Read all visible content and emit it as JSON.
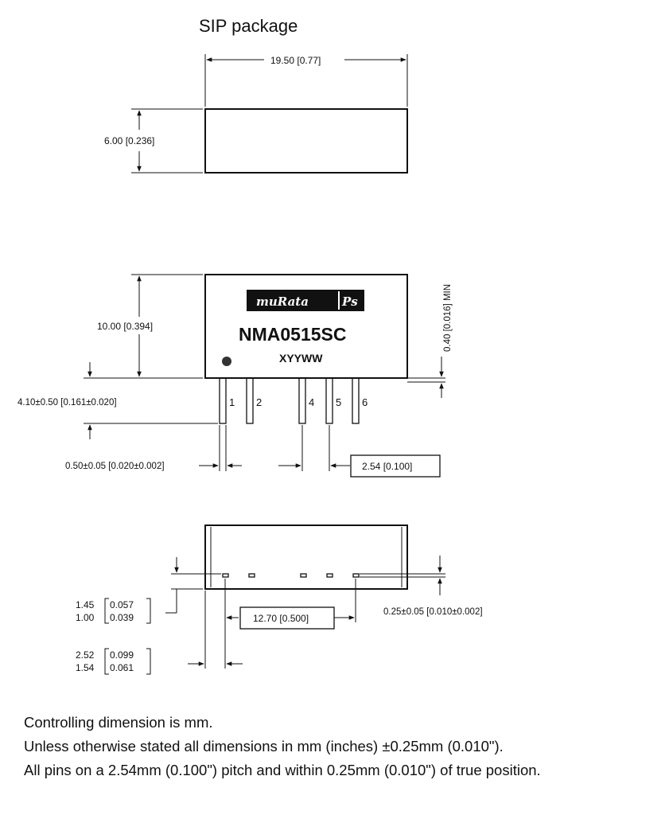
{
  "title": "SIP package",
  "top_view": {
    "length_dim": "19.50 [0.77]",
    "width_dim": "6.00 [0.236]"
  },
  "side_view": {
    "brand_left": "muRata",
    "brand_right": "Ps",
    "part_number": "NMA0515SC",
    "date_code": "XYYWW",
    "height_dim": "10.00 [0.394]",
    "standoff_dim": "0.40 [0.016] MIN",
    "pin_length_dim": "4.10±0.50 [0.161±0.020]",
    "pin_width_dim": "0.50±0.05 [0.020±0.002]",
    "pitch_dim": "2.54 [0.100]",
    "pin_labels": [
      "1",
      "2",
      "4",
      "5",
      "6"
    ]
  },
  "bottom_view": {
    "offset_dim_a_max": "1.45",
    "offset_dim_a_min": "1.00",
    "offset_dim_a_inch_max": "0.057",
    "offset_dim_a_inch_min": "0.039",
    "offset_dim_b_max": "2.52",
    "offset_dim_b_min": "1.54",
    "offset_dim_b_inch_max": "0.099",
    "offset_dim_b_inch_min": "0.061",
    "span_dim": "12.70 [0.500]",
    "pin_thickness_dim": "0.25±0.05 [0.010±0.002]"
  },
  "notes": [
    "Controlling dimension is mm.",
    "Unless otherwise stated all dimensions in mm (inches) ±0.25mm (0.010\").",
    "All pins on a 2.54mm (0.100\") pitch and within 0.25mm (0.010\") of true position."
  ]
}
